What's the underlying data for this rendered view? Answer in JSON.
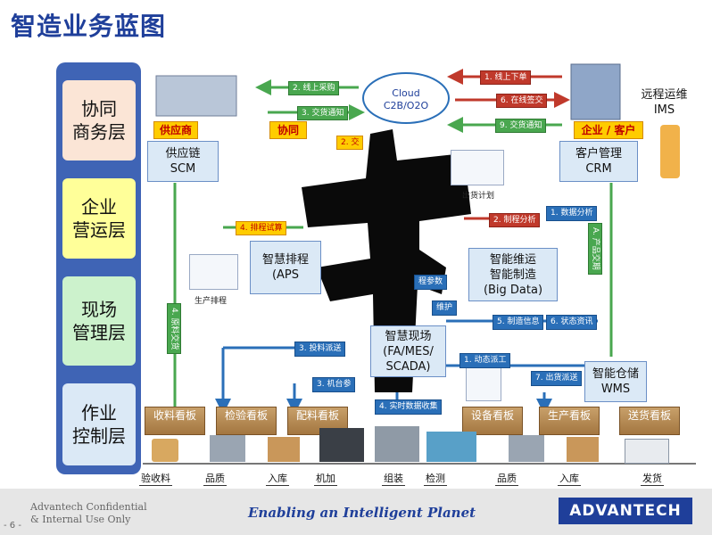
{
  "title": "智造业务蓝图",
  "layers": [
    "协同\n商务层",
    "企业\n营运层",
    "现场\n管理层",
    "作业\n控制层"
  ],
  "cloud": "Cloud\nC2B/O2O",
  "labels": {
    "supplier": "供应商",
    "collab": "协同",
    "enterprise_customer": "企业 / 客户",
    "remote_ops": "远程运维\nIMS"
  },
  "boxes": {
    "scm": "供应链\nSCM",
    "crm": "客户管理\nCRM",
    "aps": "智慧排程\n(APS",
    "bigdata": "智能维运\n智能制造\n(Big Data)",
    "mes": "智慧现场\n(FA/MES/\nSCADA)",
    "wms": "智能仓储\nWMS"
  },
  "flows": {
    "f1": "1. 线上下单",
    "f2": "2. 线上采购",
    "f3": "3. 交货通知",
    "f6": "6. 在线签交",
    "f9": "9. 交货通知",
    "f4_schedule": "4. 排程试算",
    "f2_reason": "2. 制程分析",
    "f1_data": "1. 数据分析",
    "fA": "A. 产品交期",
    "f3_dispatch": "3. 投料派送",
    "f3_machine": "3. 机台参",
    "f4_realtime": "4. 实时数据收集",
    "f5": "5. 制造信息",
    "f6_status": "6. 状态资讯",
    "f1_dyn": "1. 动态派工",
    "f7": "7. 出货派送",
    "f4_material": "4. 原料交货",
    "param": "程参数",
    "maint": "维护",
    "f2_partial": "2. 交"
  },
  "captions": {
    "ship_plan": "出货计划",
    "prod_plan": "生产排程"
  },
  "boards": [
    "收料看板",
    "检验看板",
    "配料看板",
    "设备看板",
    "生产看板",
    "送货看板"
  ],
  "process": [
    "验收料",
    "品质",
    "入库",
    "机加",
    "组装",
    "检测",
    "品质",
    "入库",
    "发货"
  ],
  "footer": {
    "confidential": "Advantech Confidential\n& Internal Use Only",
    "page": "- 6 -",
    "slogan": "Enabling an Intelligent Planet",
    "brand": "ADVANTECH"
  },
  "colors": {
    "title": "#1f3f9a",
    "layer1": "#fbe5d6",
    "layer2": "#ffff99",
    "layer3": "#ccf2cc",
    "layer4": "#dbe9f6",
    "arrow_green": "#49a74f",
    "arrow_blue": "#2a6fb8",
    "arrow_red": "#c0392b"
  }
}
